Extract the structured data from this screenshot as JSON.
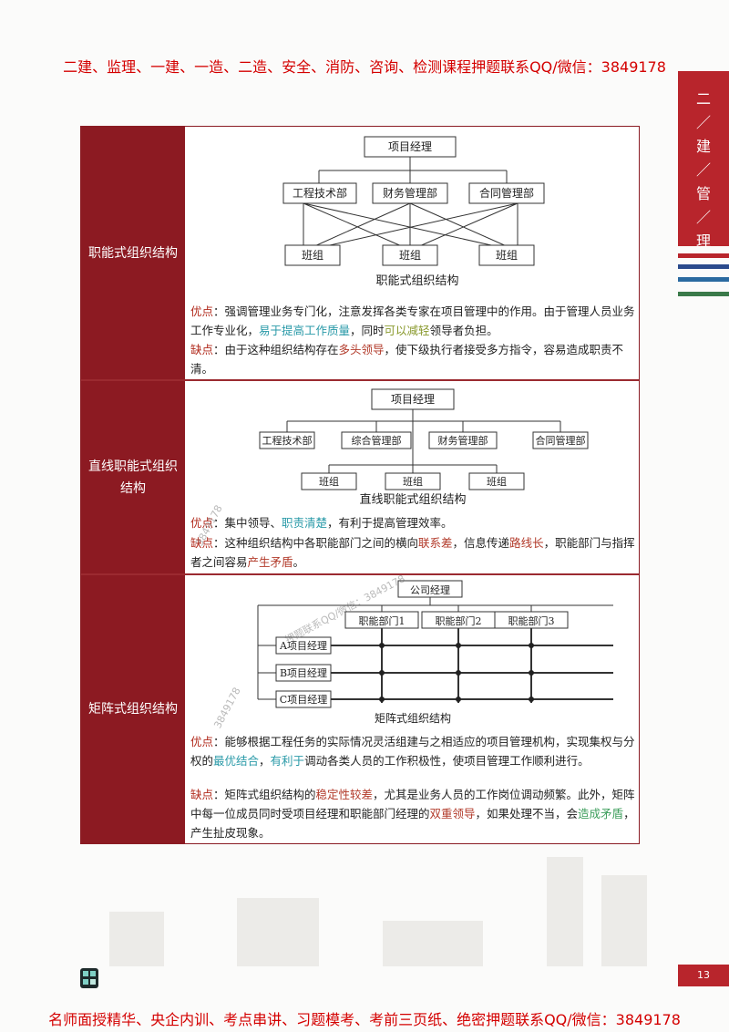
{
  "header": {
    "banner": "二建、监理、一建、一造、二造、安全、消防、咨询、检测课程押题联系QQ/微信：3849178"
  },
  "footer": {
    "banner": "名师面授精华、央企内训、考点串讲、习题模考、考前三页纸、绝密押题联系QQ/微信：3849178"
  },
  "side_tab": {
    "text": "二／建／管／理"
  },
  "page_number": "13",
  "colors": {
    "accent": "#8c1a22",
    "stripes": [
      "#b8252c",
      "#2a4a8c",
      "#2a6aa0",
      "#3a7a4a"
    ]
  },
  "watermarks": {
    "w1": "3849178",
    "w2": "押题联系QQ/微信：3849178"
  },
  "rows": [
    {
      "label": "职能式组织结构",
      "diagram": {
        "top": "项目经理",
        "depts": [
          "工程技术部",
          "财务管理部",
          "合同管理部"
        ],
        "groups": [
          "班组",
          "班组",
          "班组"
        ],
        "caption": "职能式组织结构"
      },
      "adv": {
        "label": "优点",
        "t1": "：强调管理业务专门化，注意发挥各类专家在项目管理中的作用。由于管理人员业务工作专业化，",
        "h1": "易于提高工作质量",
        "t2": "，同时",
        "h2": "可以减轻",
        "t3": "领导者负担。"
      },
      "dis": {
        "label": "缺点",
        "t1": "：由于这种组织结构存在",
        "h1": "多头领导",
        "t2": "，使下级执行者接受多方指令，容易造成职责不清。"
      }
    },
    {
      "label": "直线职能式组织结构",
      "diagram": {
        "top": "项目经理",
        "depts": [
          "工程技术部",
          "综合管理部",
          "财务管理部",
          "合同管理部"
        ],
        "groups": [
          "班组",
          "班组",
          "班组"
        ],
        "caption": "直线职能式组织结构"
      },
      "adv": {
        "label": "优点",
        "t1": "：集中领导、",
        "h1": "职责清楚",
        "t2": "，有利于提高管理效率。"
      },
      "dis": {
        "label": "缺点",
        "t1": "：这种组织结构中各职能部门之间的横向",
        "h1": "联系差",
        "t2": "，信息传递",
        "h2": "路线长",
        "t3": "，职能部门与指挥者之间容易",
        "h3": "产生矛盾",
        "t4": "。"
      }
    },
    {
      "label": "矩阵式组织结构",
      "diagram": {
        "top": "公司经理",
        "depts": [
          "职能部门1",
          "职能部门2",
          "职能部门3"
        ],
        "managers": [
          "A项目经理",
          "B项目经理",
          "C项目经理"
        ],
        "caption": "矩阵式组织结构"
      },
      "adv": {
        "label": "优点",
        "t1": "：能够根据工程任务的实际情况灵活组建与之相适应的项目管理机构，实现集权与分权的",
        "h1": "最优结合",
        "t2": "，",
        "h2": "有利于",
        "t3": "调动各类人员的工作积极性，使项目管理工作顺利进行。"
      },
      "dis": {
        "label": "缺点",
        "t1": "：矩阵式组织结构的",
        "h1": "稳定性较差",
        "t2": "，尤其是业务人员的工作岗位调动频繁。此外，矩阵中每一位成员同时受项目经理和职能部门经理的",
        "h2": "双重领导",
        "t3": "，如果处理不当，会",
        "h3": "造成矛盾",
        "t4": "，产生扯皮现象。"
      }
    }
  ]
}
